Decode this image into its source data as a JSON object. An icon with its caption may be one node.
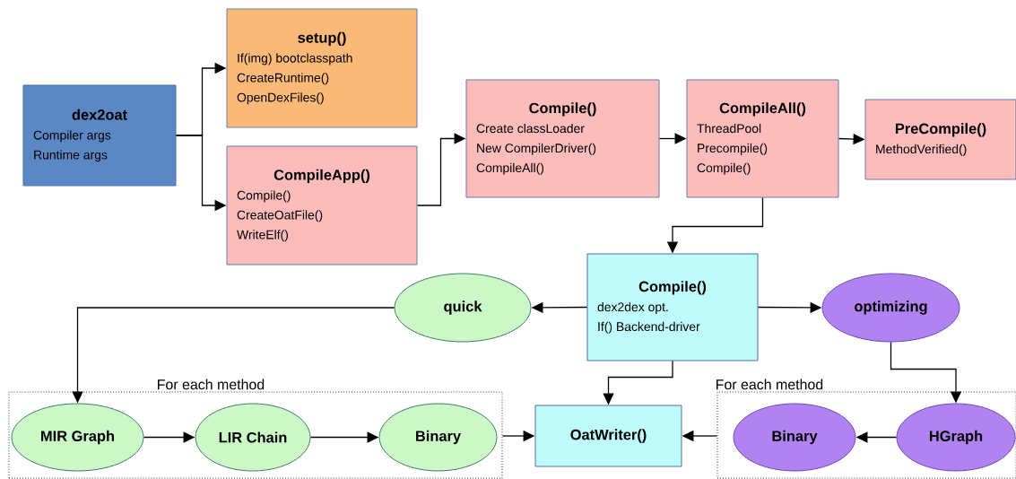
{
  "diagram": {
    "nodes": [
      {
        "text": [
          "dex2oat",
          "Compiler args",
          "Runtime args"
        ]
      },
      {
        "text": [
          "setup()",
          "If(img) bootclasspath",
          "CreateRuntime()",
          "OpenDexFiles()"
        ]
      },
      {
        "text": [
          "CompileApp()",
          "Compile()",
          "CreateOatFile()",
          "WriteElf()"
        ]
      },
      {
        "text": [
          "Compile()",
          "Create classLoader",
          "New CompilerDriver()",
          "CompileAll()"
        ]
      },
      {
        "text": [
          "CompileAll()",
          "ThreadPool",
          "Precompile()",
          "Compile()"
        ]
      },
      {
        "text": [
          "PreCompile()",
          "MethodVerified()"
        ]
      },
      {
        "text": [
          "quick"
        ]
      },
      {
        "text": [
          "Compile()",
          "dex2dex opt.",
          "If() Backend-driver"
        ]
      },
      {
        "text": [
          "optimizing"
        ]
      },
      {
        "text": [
          "For each method"
        ]
      },
      {
        "text": [
          "MIR Graph"
        ],
        "in": 9
      },
      {
        "text": [
          "LIR Chain"
        ],
        "in": 9
      },
      {
        "text": [
          "Binary"
        ],
        "in": 9
      },
      {
        "text": [
          "OatWriter()"
        ]
      },
      {
        "text": [
          "For each method"
        ]
      },
      {
        "text": [
          "Binary"
        ],
        "in": 14
      },
      {
        "text": [
          "HGraph"
        ],
        "in": 14
      }
    ],
    "edges": [
      {
        "from": 0,
        "to": 1,
        "arrow": "to"
      },
      {
        "from": 0,
        "to": 2,
        "arrow": "to"
      },
      {
        "from": 2,
        "to": 3,
        "arrow": "to"
      },
      {
        "from": 3,
        "to": 4,
        "arrow": "to"
      },
      {
        "from": 4,
        "to": 5,
        "arrow": "to"
      },
      {
        "from": 4,
        "to": 7,
        "arrow": "to"
      },
      {
        "from": 7,
        "to": 6,
        "arrow": "to"
      },
      {
        "from": 7,
        "to": 8,
        "arrow": "to"
      },
      {
        "from": 6,
        "to": 10,
        "arrow": "to"
      },
      {
        "from": 10,
        "to": 11,
        "arrow": "to"
      },
      {
        "from": 11,
        "to": 12,
        "arrow": "to"
      },
      {
        "from": 9,
        "to": 13,
        "arrow": "to"
      },
      {
        "from": 7,
        "to": 13,
        "arrow": "to"
      },
      {
        "from": 14,
        "to": 13,
        "arrow": "to"
      },
      {
        "from": 8,
        "to": 16,
        "arrow": "to"
      },
      {
        "from": 16,
        "to": 15,
        "arrow": "to"
      }
    ]
  }
}
